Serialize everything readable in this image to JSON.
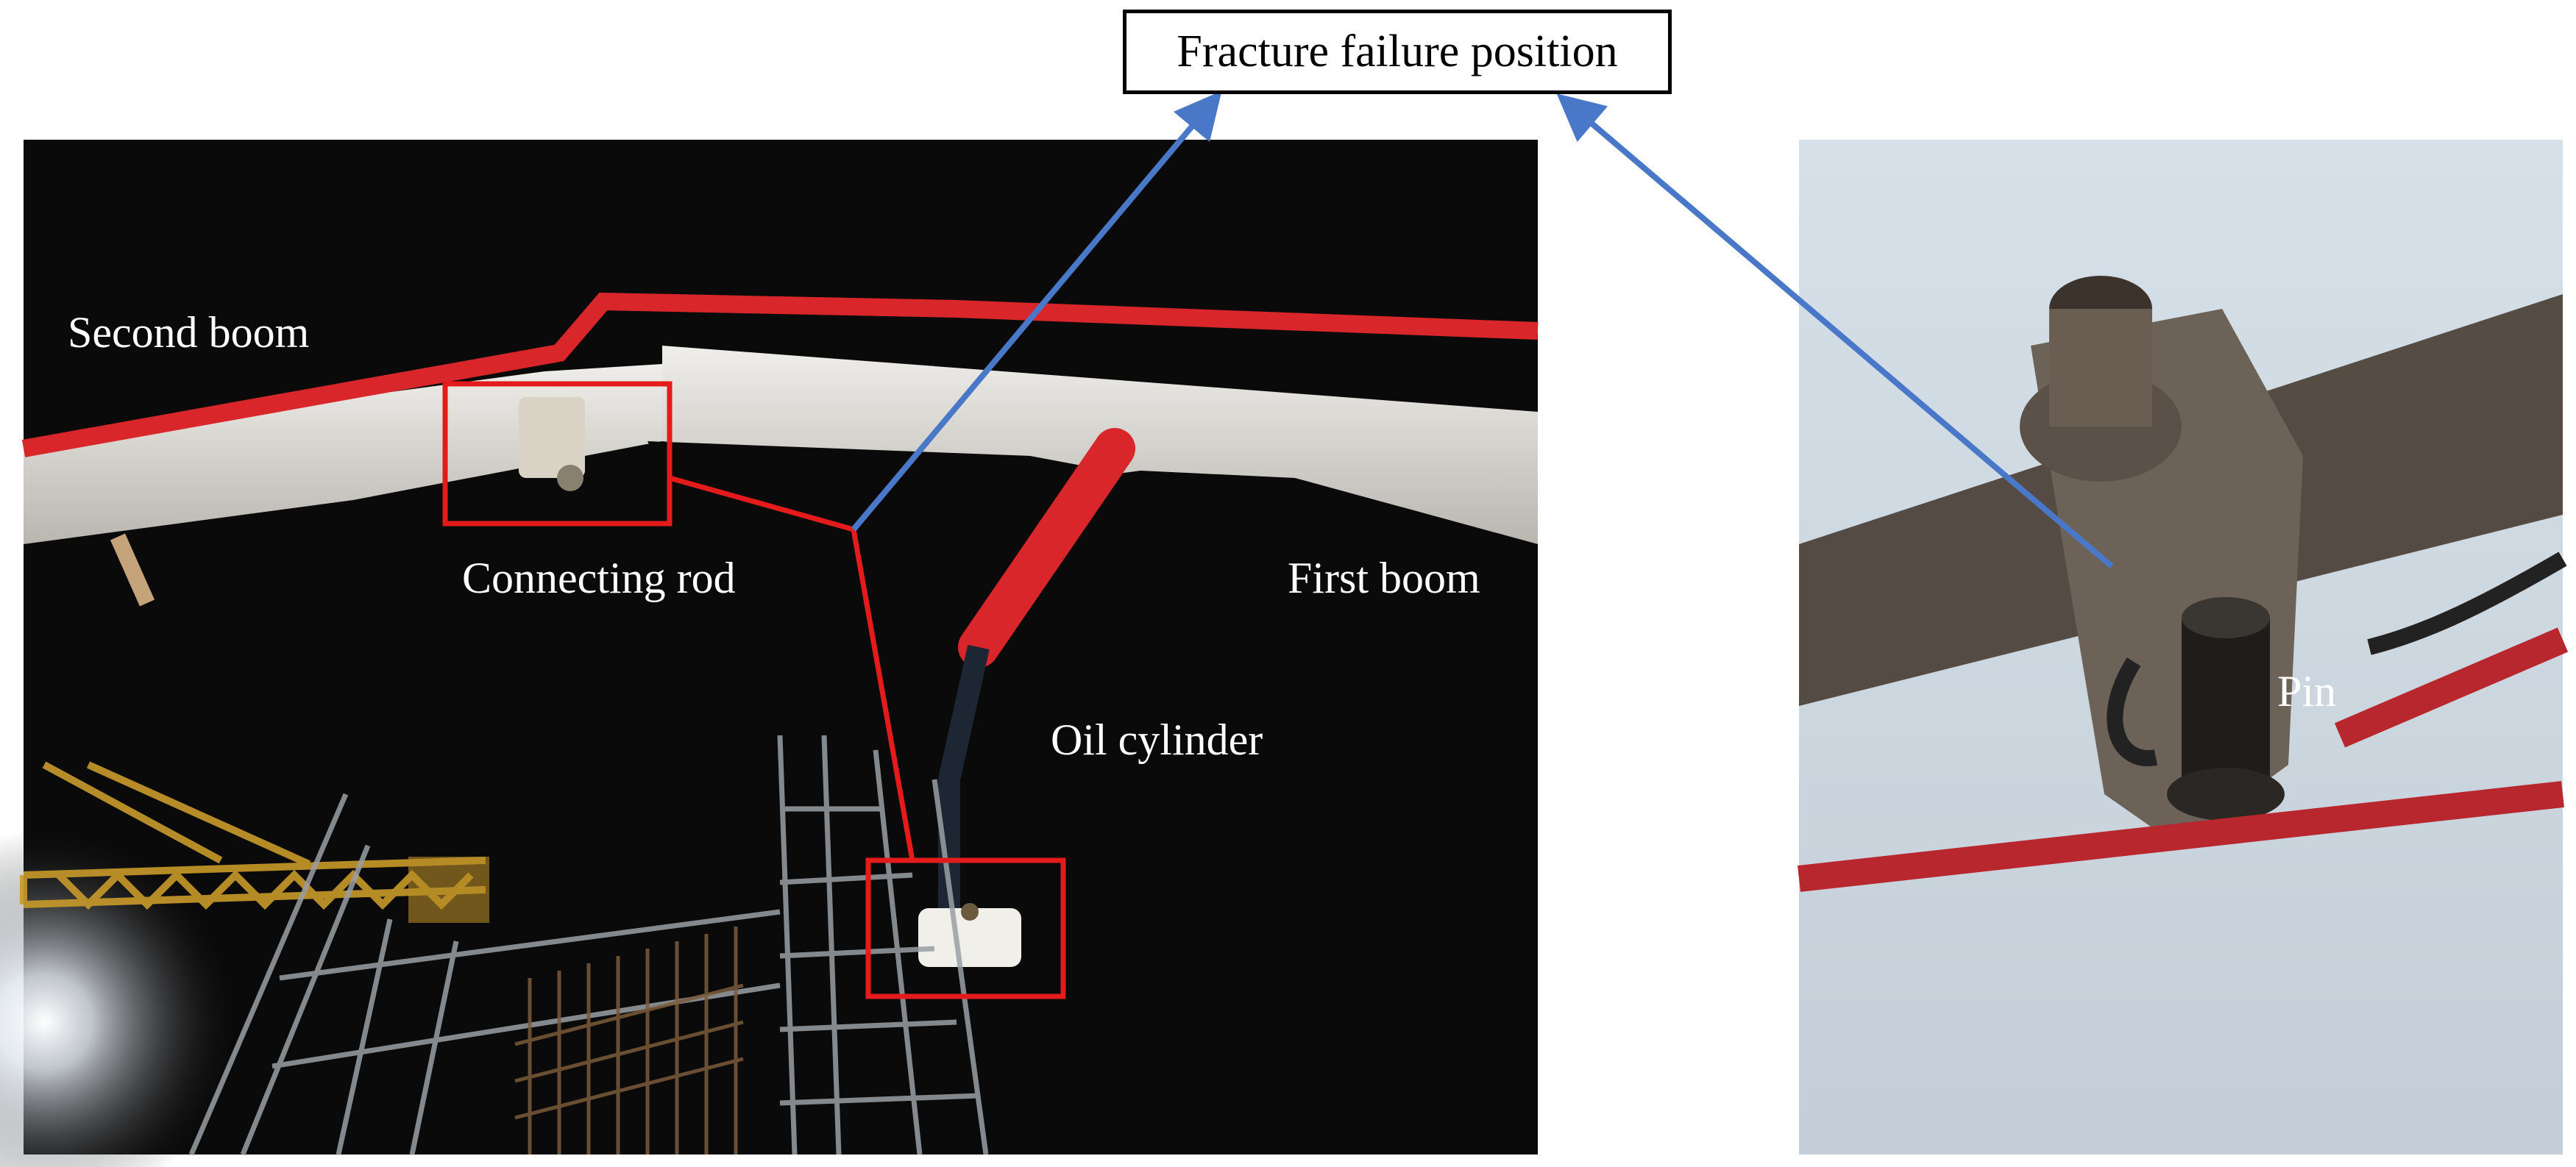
{
  "callout": {
    "text": "Fracture failure position"
  },
  "left_photo": {
    "labels": {
      "second_boom": "Second boom",
      "connecting_rod": "Connecting rod",
      "first_boom": "First boom",
      "oil_cylinder": "Oil cylinder"
    }
  },
  "right_photo": {
    "labels": {
      "pin": "Pin"
    }
  },
  "colors": {
    "highlight_box": "#e31b1b",
    "arrow": "#4a78c8",
    "boom_pipe": "#d8262a",
    "night_sky": "#0b0a0a",
    "day_sky": "#ccd6de"
  }
}
